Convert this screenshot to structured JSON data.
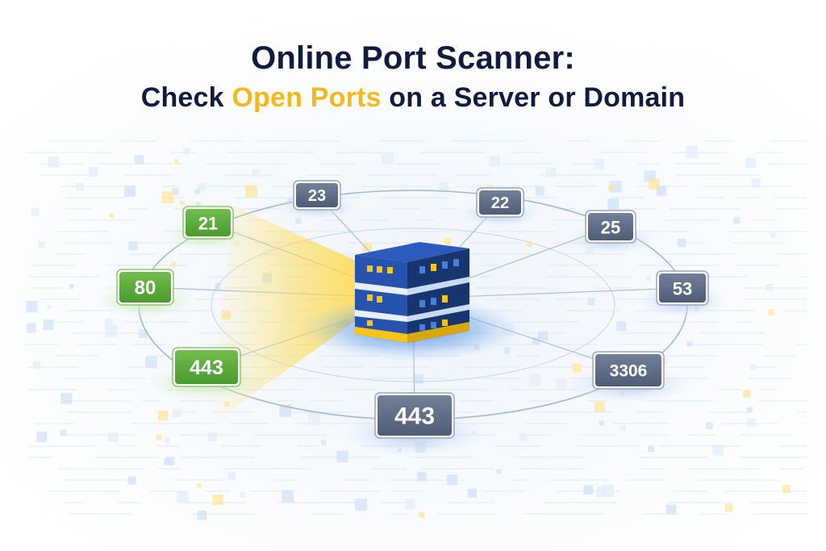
{
  "title": {
    "line1": "Online Port Scanner:",
    "line2_before": "Check ",
    "line2_highlight": "Open Ports",
    "line2_after": " on a Server or Domain"
  },
  "colors": {
    "title": "#0f1b3f",
    "highlight": "#f5b81c",
    "open_port": "#5aa83b",
    "closed_port": "#5e6b82",
    "server_body": "#1f3f8a",
    "server_accent": "#f5c518"
  },
  "icons": {
    "server": "server-rack-icon"
  },
  "ports": [
    {
      "label": "21",
      "status": "open"
    },
    {
      "label": "80",
      "status": "open"
    },
    {
      "label": "443",
      "status": "open"
    },
    {
      "label": "23",
      "status": "closed"
    },
    {
      "label": "22",
      "status": "closed"
    },
    {
      "label": "25",
      "status": "closed"
    },
    {
      "label": "53",
      "status": "closed"
    },
    {
      "label": "3306",
      "status": "closed"
    },
    {
      "label": "443",
      "status": "closed"
    }
  ]
}
